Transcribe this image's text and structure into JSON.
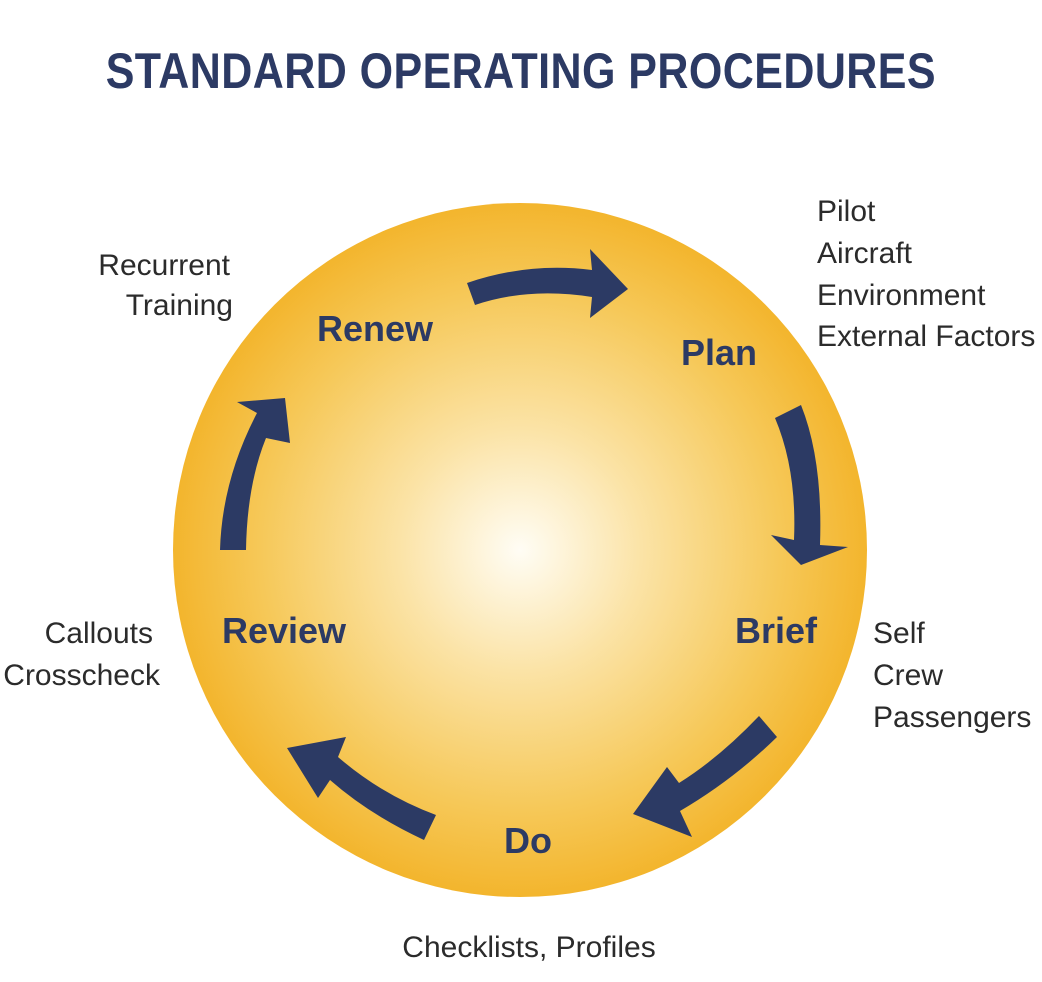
{
  "title": "STANDARD OPERATING PROCEDURES",
  "colors": {
    "title": "#2c3a64",
    "arrows": "#2c3a64",
    "circle_edge": "#f3b52d",
    "circle_center": "#fffdf5",
    "note_text": "#2b2b2b"
  },
  "stages": {
    "plan": "Plan",
    "brief": "Brief",
    "do": "Do",
    "review": "Review",
    "renew": "Renew"
  },
  "notes": {
    "plan": [
      "Pilot",
      "Aircraft",
      "Environment",
      "External Factors"
    ],
    "brief": [
      "Self",
      "Crew",
      "Passengers"
    ],
    "do": [
      "Checklists, Profiles"
    ],
    "review": [
      "Callouts",
      "Crosscheck"
    ],
    "renew": [
      "Recurrent",
      "Training"
    ]
  },
  "arrows": [
    {
      "from": "Renew",
      "to": "Plan",
      "icon": "curved-arrow"
    },
    {
      "from": "Plan",
      "to": "Brief",
      "icon": "curved-arrow"
    },
    {
      "from": "Brief",
      "to": "Do",
      "icon": "curved-arrow"
    },
    {
      "from": "Do",
      "to": "Review",
      "icon": "curved-arrow"
    },
    {
      "from": "Review",
      "to": "Renew",
      "icon": "curved-arrow"
    }
  ]
}
